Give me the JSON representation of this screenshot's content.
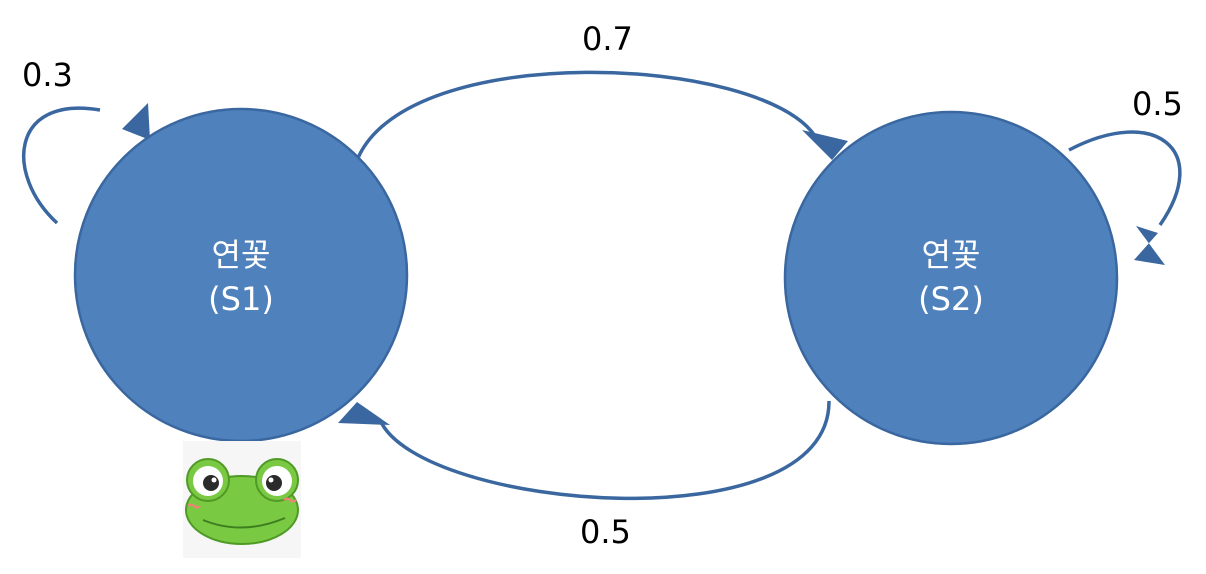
{
  "colors": {
    "node_fill": "#4f81bd",
    "node_stroke": "#3a679f",
    "edge": "#3a679f",
    "label_text": "#000000",
    "node_text": "#ffffff",
    "frog_green": "#7ac943",
    "frog_dark": "#4f9a26"
  },
  "states": [
    {
      "name": "연꽃",
      "id_label": "(S1)"
    },
    {
      "name": "연꽃",
      "id_label": "(S2)"
    }
  ],
  "transitions": [
    {
      "from": "S1",
      "to": "S1",
      "probability": "0.3"
    },
    {
      "from": "S1",
      "to": "S2",
      "probability": "0.7"
    },
    {
      "from": "S2",
      "to": "S2",
      "probability": "0.5"
    },
    {
      "from": "S2",
      "to": "S1",
      "probability": "0.5"
    }
  ],
  "icons": {
    "frog": "frog-icon"
  }
}
